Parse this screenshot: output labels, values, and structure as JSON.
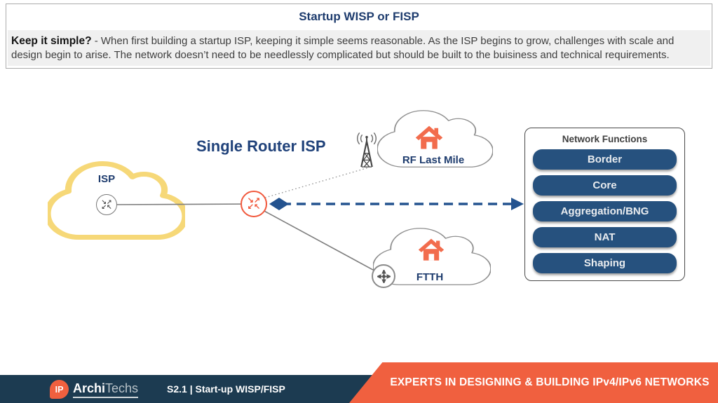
{
  "header": {
    "title": "Startup WISP or FISP",
    "body_lead": "Keep it simple?",
    "body_rest": " - When first building a startup ISP, keeping it simple seems reasonable. As the ISP begins to grow, challenges with scale and design begin to arise. The network doesn’t need to be needlessly complicated but should be built to the buisiness and technical requirements."
  },
  "diagram": {
    "title": "Single Router ISP",
    "isp_label": "ISP",
    "rf_label": "RF Last Mile",
    "ftth_label": "FTTH"
  },
  "network_functions": {
    "title": "Network Functions",
    "items": [
      "Border",
      "Core",
      "Aggregation/BNG",
      "NAT",
      "Shaping"
    ]
  },
  "icons": {
    "router_arrows_top": "↘↗",
    "router_arrows_bottom": "↙↖",
    "isp_router": "router-crossed-arrows",
    "core_router": "router-crossed-arrows",
    "radio_tower": "radio-tower",
    "rf_house": "house",
    "ftth_house": "house",
    "switch": "four-way-arrows"
  },
  "footer": {
    "logo_ip": "IP",
    "logo_archi": "Archi",
    "logo_techs": "Techs",
    "episode": "S2.1 | Start-up WISP/FISP",
    "banner": "EXPERTS IN DESIGNING & BUILDING IPv4/IPv6 NETWORKS"
  },
  "colors": {
    "navy_text": "#1E3C6E",
    "orange": "#F0603F",
    "house_orange": "#F26C4D",
    "router_orange": "#F1583C",
    "pill_blue": "#26517E",
    "footer_navy": "#1C3B51",
    "cloud_yellow": "#F6D878",
    "arrow_blue": "#24538F"
  }
}
